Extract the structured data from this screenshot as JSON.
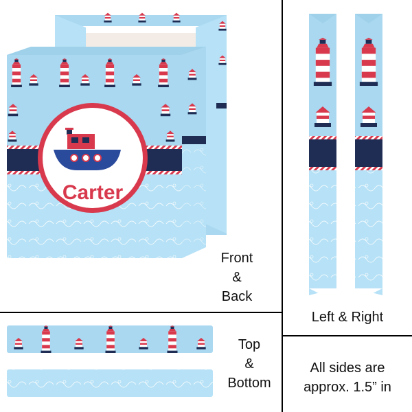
{
  "product": {
    "name": "Carter"
  },
  "captions": {
    "front_back": [
      "Front",
      "&",
      "Back"
    ],
    "left_right": "Left & Right",
    "top_bottom": [
      "Top",
      "&",
      "Bottom"
    ],
    "note": [
      "All sides are",
      "approx. 1.5” in"
    ]
  },
  "colors": {
    "sky": "#a9d8f0",
    "sea": "#b6e1f6",
    "navy": "#1f2d55",
    "red": "#d8394d",
    "white": "#ffffff"
  }
}
